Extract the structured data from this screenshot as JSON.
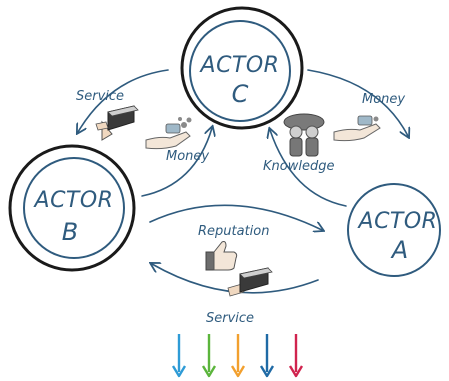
{
  "actors": {
    "c": {
      "title": "ACTOR",
      "letter": "C"
    },
    "b": {
      "title": "ACTOR",
      "letter": "B"
    },
    "a": {
      "title": "ACTOR",
      "letter": "A"
    }
  },
  "labels": {
    "service_top": "Service",
    "money_left": "Money",
    "money_right": "Money",
    "knowledge": "Knowledge",
    "reputation": "Reputation",
    "service_bottom": "Service"
  },
  "colors": {
    "ink": "#2f5b7e",
    "arrow_1": "#2e9bd6",
    "arrow_2": "#5bb53c",
    "arrow_3": "#f2a02e",
    "arrow_4": "#1f6aa5",
    "arrow_5": "#d0234e"
  },
  "icons": [
    "box-icon",
    "money-hand-icon",
    "knowledge-people-icon",
    "thumbs-up-icon"
  ]
}
